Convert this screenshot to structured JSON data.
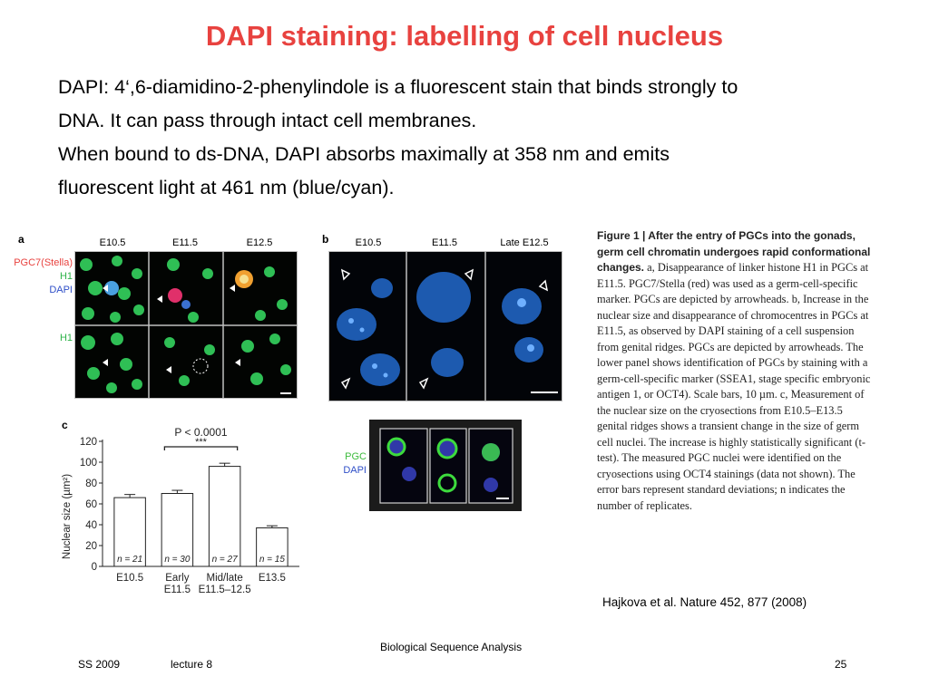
{
  "slide": {
    "title": "DAPI staining: labelling of cell nucleus",
    "intro_lines": [
      "DAPI: 4‘,6-diamidino-2-phenylindole is a fluorescent stain that binds strongly to",
      "DNA. It can pass through intact cell membranes.",
      "When bound to ds-DNA, DAPI absorbs maximally at 358 nm and emits",
      "fluorescent light at 461 nm (blue/cyan)."
    ]
  },
  "figure": {
    "panel_a": {
      "letter": "a",
      "stages": [
        "E10.5",
        "E11.5",
        "E12.5"
      ],
      "row_labels": {
        "pgc7": "PGC7(Stella)",
        "h1": "H1",
        "dapi": "DAPI",
        "h1_bottom": "H1"
      }
    },
    "panel_b": {
      "letter": "b",
      "stages": [
        "E10.5",
        "E11.5",
        "Late E12.5"
      ],
      "inset_labels": {
        "pgc": "PGC",
        "dapi": "DAPI"
      }
    },
    "panel_c": {
      "letter": "c"
    },
    "caption": {
      "head": "Figure 1 | After the entry of PGCs into the gonads, germ cell chromatin undergoes rapid conformational changes.",
      "body": " a, Disappearance of linker histone H1 in PGCs at E11.5. PGC7/Stella (red) was used as a germ-cell-specific marker. PGCs are depicted by arrowheads. b, Increase in the nuclear size and disappearance of chromocentres in PGCs at E11.5, as observed by DAPI staining of a cell suspension from genital ridges. PGCs are depicted by arrowheads. The lower panel shows identification of PGCs by staining with a germ-cell-specific marker (SSEA1, stage specific embryonic antigen 1, or OCT4). Scale bars, 10 µm. c, Measurement of the nuclear size on the cryosections from E10.5–E13.5 genital ridges shows a transient change in the size of germ cell nuclei. The increase is highly statistically significant (t-test). The measured PGC nuclei were identified on the cryosections using OCT4 stainings (data not shown). The error bars represent standard deviations; n indicates the number of replicates."
    },
    "citation": "Hajkova et al. Nature 452, 877 (2008)"
  },
  "chart_data": {
    "type": "bar",
    "categories": [
      "E10.5",
      "Early\nE11.5",
      "Mid/late\nE11.5–12.5",
      "E13.5"
    ],
    "values": [
      66,
      70,
      96,
      37
    ],
    "errors": [
      3,
      3,
      3,
      2
    ],
    "n_labels": [
      "n = 21",
      "n = 30",
      "n = 27",
      "n = 15"
    ],
    "ylabel": "Nuclear size (µm²)",
    "ylim": [
      0,
      120
    ],
    "yticks": [
      0,
      20,
      40,
      60,
      80,
      100,
      120
    ],
    "significance": {
      "text": "P < 0.0001",
      "stars": "***",
      "from": 1,
      "to": 2
    }
  },
  "footer": {
    "course": "Biological Sequence Analysis",
    "semester": "SS 2009",
    "lecture": "lecture 8",
    "page": "25"
  },
  "colors": {
    "title": "#e8423f",
    "pgc7_label": "#e8423f",
    "h1_label": "#2fb34a",
    "dapi_label": "#2f4fc8",
    "pgc_label": "#3dbb3d"
  }
}
